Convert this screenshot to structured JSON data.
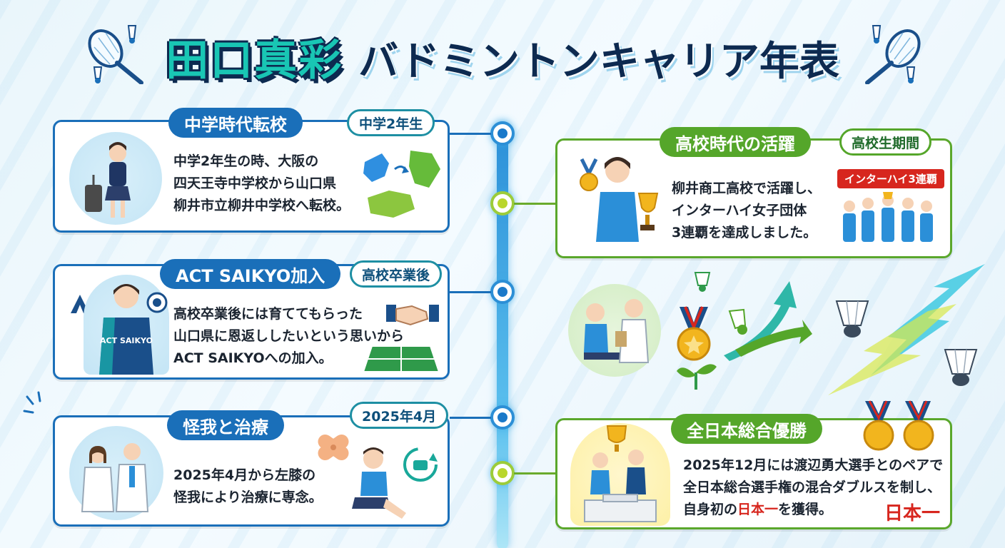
{
  "title": {
    "name": "田口真彩",
    "subtitle": "バドミントンキャリア年表"
  },
  "events": [
    {
      "heading": "中学時代転校",
      "period": "中学2年生",
      "lines": [
        "中学2年生の時、大阪の",
        "四天王寺中学校から山口県",
        "柳井市立柳井中学校へ転校。"
      ]
    },
    {
      "heading": "高校時代の活躍",
      "period": "高校生期間",
      "badge": "インターハイ3連覇",
      "lines": [
        "柳井商工高校で活躍し、",
        "インターハイ女子団体",
        "3連覇を達成しました。"
      ]
    },
    {
      "heading": "ACT SAIKYO加入",
      "period": "高校卒業後",
      "jersey": "ACT SAIKYO",
      "lines": [
        "高校卒業後には育ててもらった",
        "山口県に恩返ししたいという思いから",
        "ACT SAIKYOへの加入。"
      ]
    },
    {
      "heading": "怪我と治療",
      "period": "2025年4月",
      "lines": [
        "2025年4月から左膝の",
        "怪我により治療に専念。"
      ]
    },
    {
      "heading": "全日本総合優勝",
      "lines": [
        "2025年12月には渡辺勇大選手とのペアで",
        "全日本総合選手権の混合ダブルスを制し、"
      ],
      "line3_pre": "自身初の",
      "line3_highlight": "日本一",
      "line3_post": "を獲得。",
      "stamp": "日本一"
    }
  ],
  "colors": {
    "blue": "#1a6fb9",
    "green": "#55a62a",
    "red": "#d7261e",
    "navy": "#0d2a50",
    "teal": "#19c6b4"
  }
}
